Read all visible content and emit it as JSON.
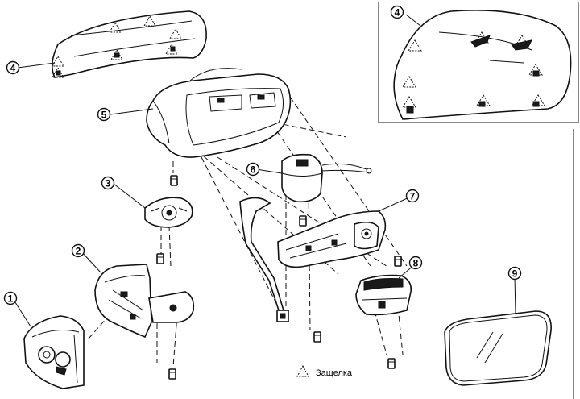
{
  "callouts": [
    {
      "number": "1",
      "part": "mirror-base"
    },
    {
      "number": "2",
      "part": "bracket"
    },
    {
      "number": "3",
      "part": "gasket"
    },
    {
      "number": "4",
      "part": "cover"
    },
    {
      "number": "4",
      "part": "cover-inner-view"
    },
    {
      "number": "5",
      "part": "mirror-housing"
    },
    {
      "number": "6",
      "part": "motor"
    },
    {
      "number": "7",
      "part": "drive-unit"
    },
    {
      "number": "8",
      "part": "power-fold-motor"
    },
    {
      "number": "9",
      "part": "mirror-glass"
    }
  ],
  "legend": {
    "label": "Защелка",
    "symbol": "latch-triangle"
  }
}
